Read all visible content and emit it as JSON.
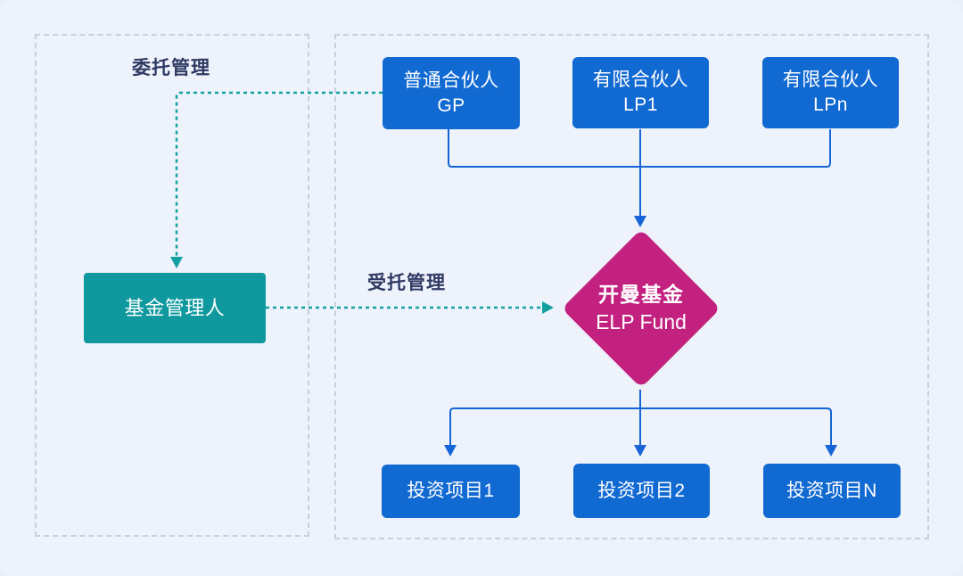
{
  "diagram": {
    "title_labels": {
      "delegate_management": "委托管理",
      "entrusted_management": "受托管理"
    },
    "top_nodes": [
      {
        "line1": "普通合伙人",
        "line2": "GP"
      },
      {
        "line1": "有限合伙人",
        "line2": "LP1"
      },
      {
        "line1": "有限合伙人",
        "line2": "LPn"
      }
    ],
    "manager_node": {
      "label": "基金管理人"
    },
    "fund_node": {
      "line1": "开曼基金",
      "line2": "ELP Fund"
    },
    "bottom_nodes": [
      {
        "label": "投资项目1"
      },
      {
        "label": "投资项目2"
      },
      {
        "label": "投资项目N"
      }
    ],
    "colors": {
      "background": "#eef2fb",
      "node_blue": "#1169d2",
      "node_teal": "#0f999e",
      "diamond_magenta": "#c22180",
      "connector_blue": "#1565d6",
      "connector_teal": "#13a0a1",
      "container_border": "#c9cfdc",
      "label_text": "#2f3a64"
    }
  }
}
